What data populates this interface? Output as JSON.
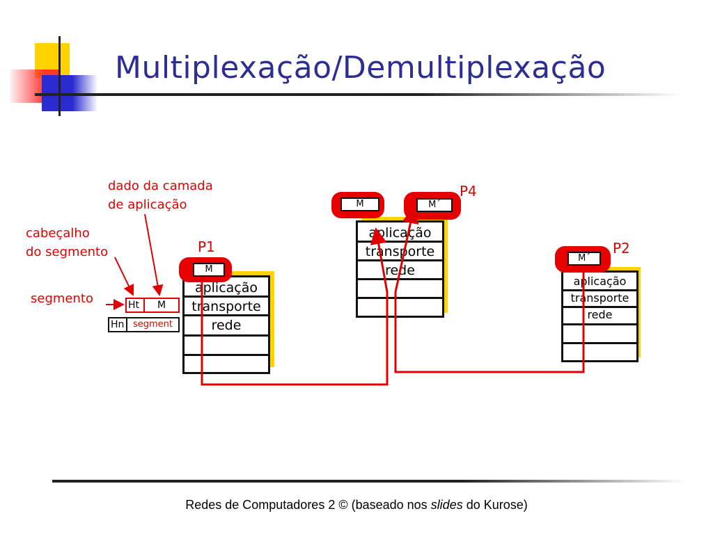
{
  "title": "Multiplexação/Demultiplexação",
  "footer": {
    "text_before": "Redes de Computadores 2 © (baseado nos ",
    "text_italic": "slides",
    "text_after": " do Kurose)"
  },
  "annotations": {
    "app_data_line1": "dado da camada",
    "app_data_line2": "de aplicação",
    "seg_header_line1": "cabeçalho",
    "seg_header_line2": "do segmento",
    "segment": "segmento"
  },
  "segment_diagram": {
    "ht": "Ht",
    "m": "M",
    "hn": "Hn",
    "segment": "segment"
  },
  "hosts": [
    {
      "process": "P1",
      "message": "M",
      "layers": [
        "aplicação",
        "transporte",
        "rede"
      ]
    },
    {
      "process": "P4",
      "messages": [
        "M",
        "M´"
      ],
      "layers": [
        "aplicação",
        "transporte",
        "rede"
      ]
    },
    {
      "process": "P2",
      "message": "M´",
      "layers": [
        "aplicação",
        "transporte",
        "rede"
      ]
    }
  ],
  "colors": {
    "title": "#2d2d96",
    "accent_red": "#e00000",
    "stack_shadow": "#ffd200"
  }
}
